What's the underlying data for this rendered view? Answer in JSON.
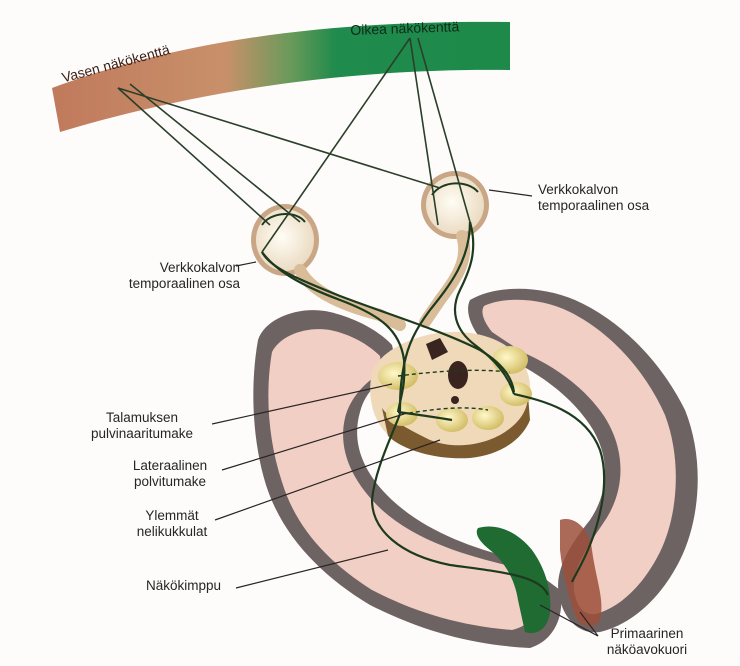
{
  "visual_field": {
    "left": "Vasen näkökenttä",
    "right": "Oikea näkökenttä"
  },
  "labels": {
    "retina_temporal_right": [
      "Verkkokalvon",
      "temporaalinen osa"
    ],
    "retina_temporal_left": [
      "Verkkokalvon",
      "temporaalinen osa"
    ],
    "pulvinar": [
      "Talamuksen",
      "pulvinaaritumake"
    ],
    "lgn": [
      "Lateraalinen",
      "polvitumake"
    ],
    "colliculi": [
      "Ylemmät",
      "nelikukkulat"
    ],
    "radiation": "Näkökimppu",
    "v1": [
      "Primaarinen",
      "näköavokuori"
    ]
  },
  "colors": {
    "left_field": "#c07a5c",
    "right_field": "#1f8b4c",
    "pathway": "#1d3a1f",
    "cortex_grey": "#6e6363",
    "cortex_pink": "#f1cfc4",
    "thalamus": "#e8d98a",
    "v1_green": "#1f6b32"
  }
}
